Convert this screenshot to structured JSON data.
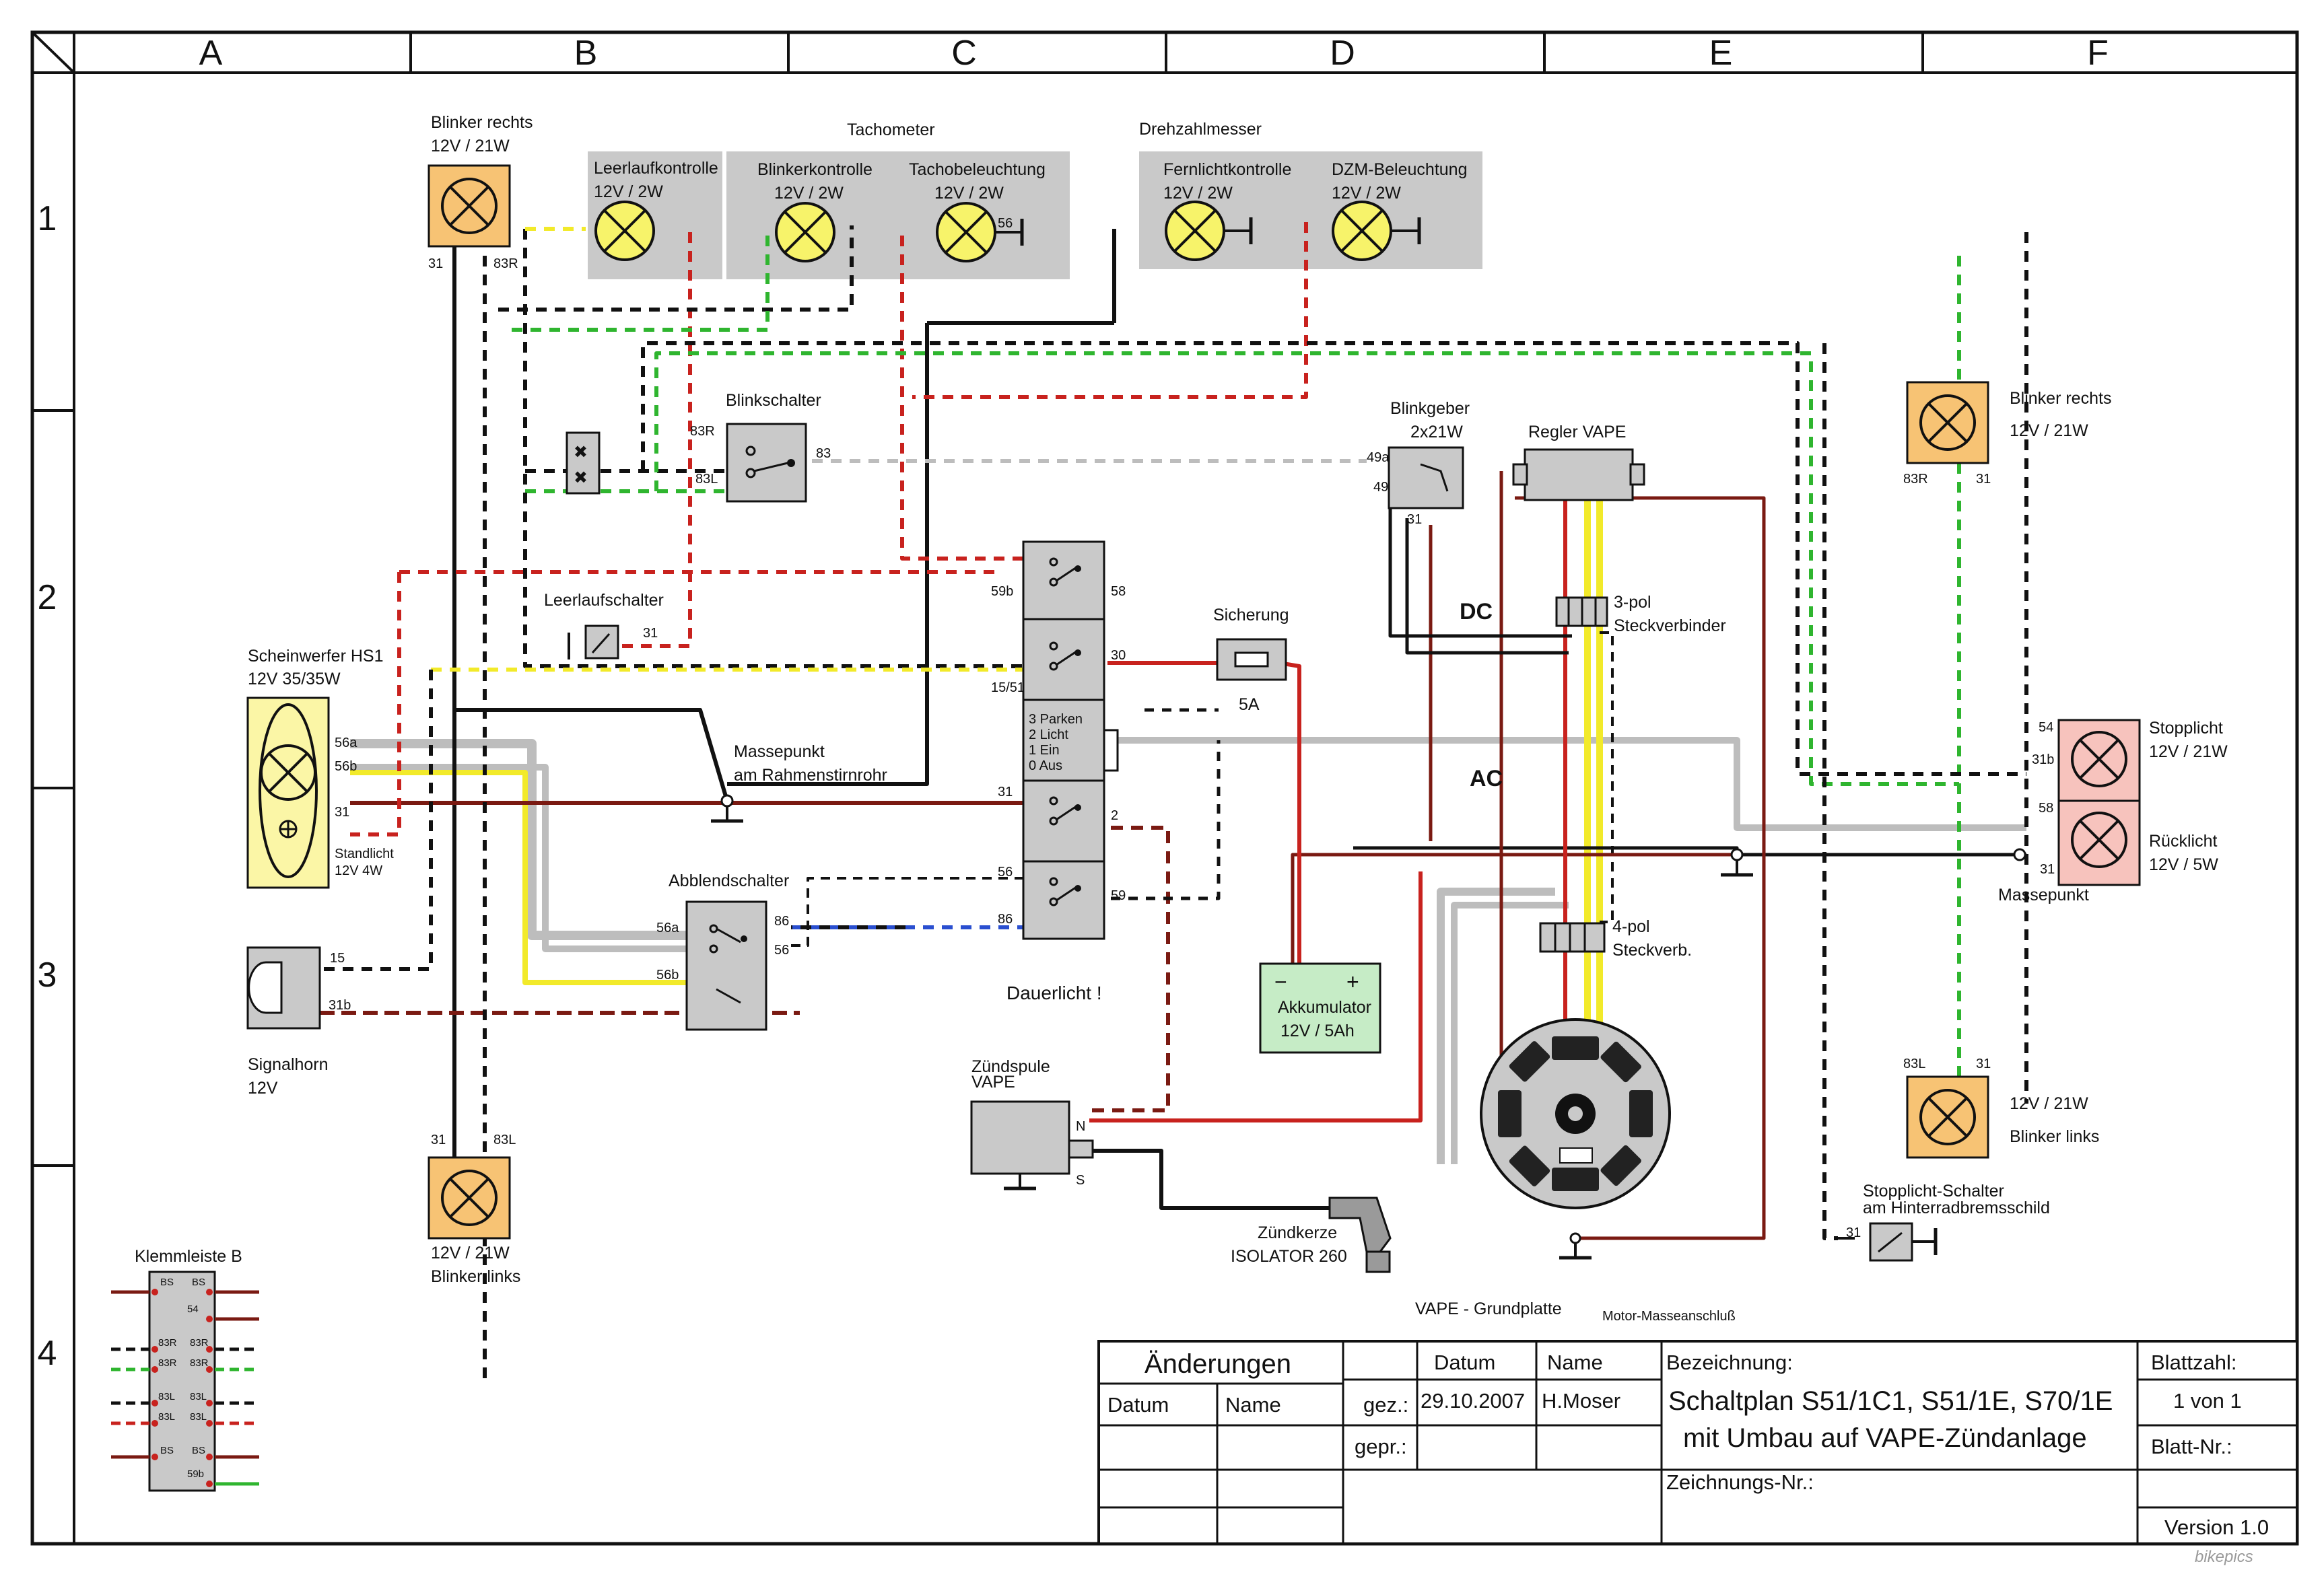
{
  "grid": {
    "columns": [
      "A",
      "B",
      "C",
      "D",
      "E",
      "F"
    ],
    "rows": [
      "1",
      "2",
      "3",
      "4"
    ]
  },
  "components": {
    "blinker_rechts_top": {
      "name": "Blinker rechts",
      "rating": "12V / 21W",
      "pin_left": "31",
      "pin_right": "83R"
    },
    "blinker_links_left": {
      "rating": "12V / 21W",
      "name": "Blinker links",
      "pin_left": "31",
      "pin_right": "83L"
    },
    "blinker_rechts_right": {
      "name": "Blinker rechts",
      "rating": "12V / 21W",
      "pin_left": "83R",
      "pin_right": "31"
    },
    "blinker_links_right": {
      "rating": "12V / 21W",
      "name": "Blinker links",
      "pin_left": "83L",
      "pin_right": "31"
    },
    "tachometer": {
      "title": "Tachometer",
      "lamp1_name": "Blinkerkontrolle",
      "lamp1_rating": "12V / 2W",
      "lamp2_name": "Tachobeleuchtung",
      "lamp2_rating": "12V / 2W",
      "pin": "56"
    },
    "leerlauf": {
      "name": "Leerlaufkontrolle",
      "rating": "12V / 2W"
    },
    "drehzahlmesser": {
      "title": "Drehzahlmesser",
      "lamp1_name": "Fernlichtkontrolle",
      "lamp1_rating": "12V / 2W",
      "lamp2_name": "DZM-Beleuchtung",
      "lamp2_rating": "12V / 2W"
    },
    "blinkschalter": {
      "name": "Blinkschalter",
      "pin_r": "83R",
      "pin_l": "83L",
      "pin_out": "83"
    },
    "blinkgeber": {
      "name": "Blinkgeber",
      "rating": "2x21W",
      "pin_a": "49a",
      "pin_b": "49",
      "pin_c": "31"
    },
    "regler": {
      "name": "Regler VAPE"
    },
    "steck3": {
      "line1": "3-pol",
      "line2": "Steckverbinder"
    },
    "steck4": {
      "line1": "4-pol",
      "line2": "Steckverb."
    },
    "dc_label": "DC",
    "ac_label": "AC",
    "sicherung": {
      "name": "Sicherung",
      "rating": "5A"
    },
    "leerlaufschalter": {
      "name": "Leerlaufschalter",
      "pin": "31"
    },
    "scheinwerfer": {
      "name": "Scheinwerfer HS1",
      "rating": "12V 35/35W",
      "pin_a": "56a",
      "pin_b": "56b",
      "pin_c": "31",
      "sub1": "Standlicht",
      "sub2": "12V 4W"
    },
    "massepunkt_left": {
      "line1": "Massepunkt",
      "line2": "am Rahmenstirnrohr"
    },
    "massepunkt_right": "Massepunkt",
    "zuendschloss": {
      "pins": [
        "59b",
        "58",
        "15/51",
        "30",
        "31",
        "2",
        "56",
        "86",
        "59"
      ],
      "positions": [
        "3 Parken",
        "2 Licht",
        "1 Ein",
        "0 Aus"
      ]
    },
    "abblendschalter": {
      "name": "Abblendschalter",
      "pin_a": "56a",
      "pin_b": "56b",
      "pin_86": "86",
      "pin_56": "56"
    },
    "signalhorn": {
      "name": "Signalhorn",
      "rating": "12V",
      "pin_15": "15",
      "pin_31b": "31b"
    },
    "dauerlicht": "Dauerlicht !",
    "akkumulator": {
      "minus": "−",
      "plus": "+",
      "name": "Akkumulator",
      "rating": "12V / 5Ah"
    },
    "zuendspule": {
      "line1": "Zündspule",
      "line2": "VAPE",
      "pin_n": "N",
      "pin_s": "S"
    },
    "zuendkerze": {
      "line1": "Zündkerze",
      "line2": "ISOLATOR 260"
    },
    "grundplatte": "VAPE - Grundplatte",
    "motor_masse": "Motor-Masseanschluß",
    "stopplicht": {
      "name": "Stopplicht",
      "rating": "12V / 21W",
      "pin_54": "54",
      "pin_31b": "31b"
    },
    "ruecklicht": {
      "name": "Rücklicht",
      "rating": "12V / 5W",
      "pin_58": "58",
      "pin_31": "31"
    },
    "stopplicht_schalter": {
      "line1": "Stopplicht-Schalter",
      "line2": "am Hinterradbremsschild",
      "pin": "31"
    },
    "klemmleiste": {
      "title": "Klemmleiste B",
      "rows": [
        [
          "BS",
          "BS"
        ],
        [
          "",
          "54"
        ],
        [
          "83R",
          "83R"
        ],
        [
          "83R",
          "83R"
        ],
        [
          "83L",
          "83L"
        ],
        [
          "83L",
          "83L"
        ],
        [
          "BS",
          "BS"
        ],
        [
          "",
          "59b"
        ]
      ]
    }
  },
  "title_block": {
    "aenderungen": "Änderungen",
    "datum_col": "Datum",
    "name_col": "Name",
    "gez_label": "gez.:",
    "gepr_label": "gepr.:",
    "datum_head": "Datum",
    "name_head": "Name",
    "datum_value": "29.10.2007",
    "name_value": "H.Moser",
    "bezeichnung_label": "Bezeichnung:",
    "title_line1": "Schaltplan S51/1C1, S51/1E, S70/1E",
    "title_line2": "mit Umbau auf VAPE-Zündanlage",
    "zeichnungs_label": "Zeichnungs-Nr.:",
    "blattzahl_label": "Blattzahl:",
    "blattzahl_value": "1 von 1",
    "blatt_nr_label": "Blatt-Nr.:",
    "version": "Version 1.0"
  },
  "watermark": "bikepics",
  "colors": {
    "wire_black": "#111111",
    "wire_red": "#c8221e",
    "wire_brown": "#7a1a12",
    "wire_green": "#2fb52f",
    "wire_yellow": "#f2ea2a",
    "wire_gray": "#bdbdbd",
    "wire_blue": "#2a4fd0",
    "lamp_yellow": "#f7f36a",
    "blinker_orange": "#f7c374",
    "stop_pink": "#f7c3bd",
    "battery_green": "#c6ecc6",
    "headlight_yellow": "#fbf6a6",
    "panel_gray": "#c9c9c9"
  }
}
